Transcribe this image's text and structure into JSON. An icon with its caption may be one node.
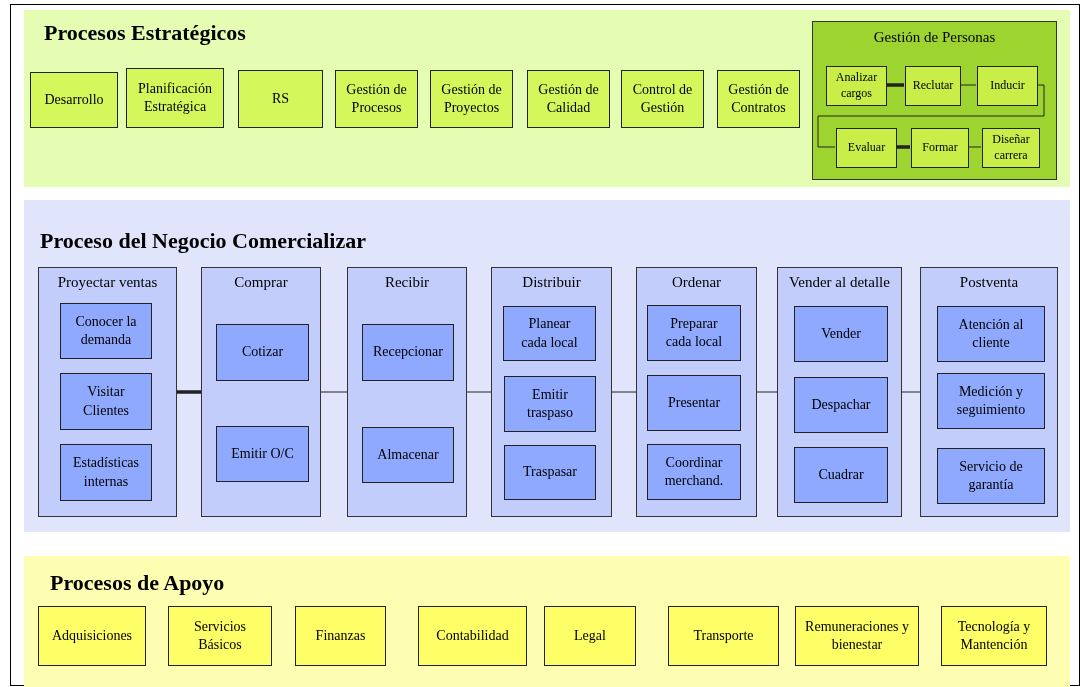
{
  "diagram": {
    "nodes": [
      {
        "text": [
          "Procesos Estratégicos"
        ]
      },
      {
        "text": [
          "Desarrollo"
        ],
        "in": 0
      },
      {
        "text": [
          "Planificación Estratégica"
        ],
        "in": 0
      },
      {
        "text": [
          "RS"
        ],
        "in": 0
      },
      {
        "text": [
          "Gestión de Procesos"
        ],
        "in": 0
      },
      {
        "text": [
          "Gestión de Proyectos"
        ],
        "in": 0
      },
      {
        "text": [
          "Gestión de Calidad"
        ],
        "in": 0
      },
      {
        "text": [
          "Control de Gestión"
        ],
        "in": 0
      },
      {
        "text": [
          "Gestión de Contratos"
        ],
        "in": 0
      },
      {
        "text": [
          "Gestión de Personas"
        ],
        "in": 0
      },
      {
        "text": [
          "Analizar cargos"
        ],
        "in": 9
      },
      {
        "text": [
          "Reclutar"
        ],
        "in": 9
      },
      {
        "text": [
          "Inducir"
        ],
        "in": 9
      },
      {
        "text": [
          "Evaluar"
        ],
        "in": 9
      },
      {
        "text": [
          "Formar"
        ],
        "in": 9
      },
      {
        "text": [
          "Diseñar carrera"
        ],
        "in": 9
      },
      {
        "text": [
          "Proceso del Negocio Comercializar"
        ]
      },
      {
        "text": [
          "Proyectar ventas"
        ],
        "in": 16
      },
      {
        "text": [
          "Conocer la demanda"
        ],
        "in": 17
      },
      {
        "text": [
          "Visitar Clientes"
        ],
        "in": 17
      },
      {
        "text": [
          "Estadísticas internas"
        ],
        "in": 17
      },
      {
        "text": [
          "Comprar"
        ],
        "in": 16
      },
      {
        "text": [
          "Cotizar"
        ],
        "in": 21
      },
      {
        "text": [
          "Emitir O/C"
        ],
        "in": 21
      },
      {
        "text": [
          "Recibir"
        ],
        "in": 16
      },
      {
        "text": [
          "Recepcionar"
        ],
        "in": 24
      },
      {
        "text": [
          "Almacenar"
        ],
        "in": 24
      },
      {
        "text": [
          "Distribuir"
        ],
        "in": 16
      },
      {
        "text": [
          "Planear cada local"
        ],
        "in": 27
      },
      {
        "text": [
          "Emitir traspaso"
        ],
        "in": 27
      },
      {
        "text": [
          "Traspasar"
        ],
        "in": 27
      },
      {
        "text": [
          "Ordenar"
        ],
        "in": 16
      },
      {
        "text": [
          "Preparar cada local"
        ],
        "in": 31
      },
      {
        "text": [
          "Presentar"
        ],
        "in": 31
      },
      {
        "text": [
          "Coordinar merchand."
        ],
        "in": 31
      },
      {
        "text": [
          "Vender al detalle"
        ],
        "in": 16
      },
      {
        "text": [
          "Vender"
        ],
        "in": 35
      },
      {
        "text": [
          "Despachar"
        ],
        "in": 35
      },
      {
        "text": [
          "Cuadrar"
        ],
        "in": 35
      },
      {
        "text": [
          "Postventa"
        ],
        "in": 16
      },
      {
        "text": [
          "Atención al cliente"
        ],
        "in": 39
      },
      {
        "text": [
          "Medición y seguimiento"
        ],
        "in": 39
      },
      {
        "text": [
          "Servicio de garantía"
        ],
        "in": 39
      },
      {
        "text": [
          "Procesos de Apoyo"
        ]
      },
      {
        "text": [
          "Adquisiciones"
        ],
        "in": 43
      },
      {
        "text": [
          "Servicios Básicos"
        ],
        "in": 43
      },
      {
        "text": [
          "Finanzas"
        ],
        "in": 43
      },
      {
        "text": [
          "Contabilidad"
        ],
        "in": 43
      },
      {
        "text": [
          "Legal"
        ],
        "in": 43
      },
      {
        "text": [
          "Transporte"
        ],
        "in": 43
      },
      {
        "text": [
          "Remuneraciones y bienestar"
        ],
        "in": 43
      },
      {
        "text": [
          "Tecnología y Mantención"
        ],
        "in": 43
      }
    ],
    "edges": [
      {
        "from": 10,
        "to": 11,
        "arrow": "none",
        "style": "thick"
      },
      {
        "from": 11,
        "to": 12,
        "arrow": "none"
      },
      {
        "from": 12,
        "to": 13,
        "arrow": "none"
      },
      {
        "from": 13,
        "to": 14,
        "arrow": "none",
        "style": "thick"
      },
      {
        "from": 14,
        "to": 15,
        "arrow": "none"
      },
      {
        "from": 17,
        "to": 21,
        "arrow": "none",
        "style": "thick"
      },
      {
        "from": 21,
        "to": 24,
        "arrow": "none"
      },
      {
        "from": 24,
        "to": 27,
        "arrow": "none"
      },
      {
        "from": 27,
        "to": 31,
        "arrow": "none"
      },
      {
        "from": 31,
        "to": 35,
        "arrow": "none"
      },
      {
        "from": 35,
        "to": 39,
        "arrow": "none"
      }
    ]
  }
}
